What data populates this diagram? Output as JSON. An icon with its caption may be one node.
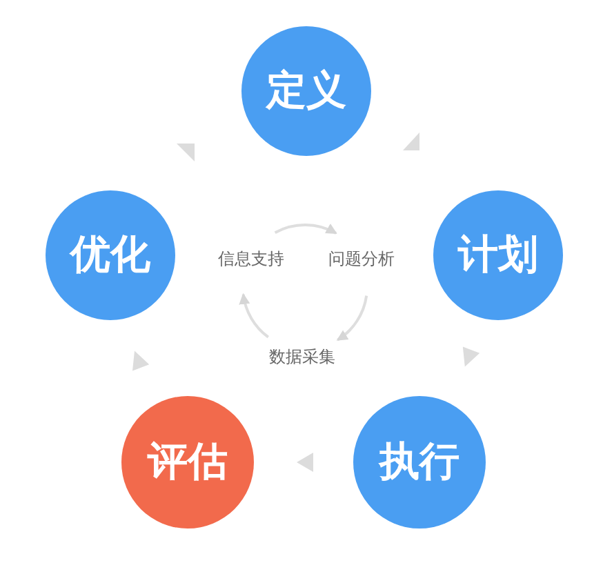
{
  "diagram": {
    "nodes": [
      {
        "text": [
          "定义"
        ]
      },
      {
        "text": [
          "优化"
        ]
      },
      {
        "text": [
          "信息支持"
        ]
      },
      {
        "text": [
          "问题分析"
        ]
      },
      {
        "text": [
          "计划"
        ]
      },
      {
        "text": [
          "数据采集"
        ]
      },
      {
        "text": [
          "评估"
        ]
      },
      {
        "text": [
          "执行"
        ]
      }
    ],
    "edges": [
      {
        "from": 4,
        "to": 0,
        "arrow": "to"
      },
      {
        "from": 4,
        "to": 7,
        "arrow": "to"
      },
      {
        "from": 7,
        "to": 6,
        "arrow": "to"
      },
      {
        "from": 6,
        "to": 1,
        "arrow": "to"
      },
      {
        "from": 0,
        "to": 1,
        "arrow": "to"
      },
      {
        "from": 2,
        "to": 3,
        "arrow": "to"
      },
      {
        "from": 3,
        "to": 5,
        "arrow": "to"
      },
      {
        "from": 5,
        "to": 2,
        "arrow": "to"
      }
    ]
  }
}
